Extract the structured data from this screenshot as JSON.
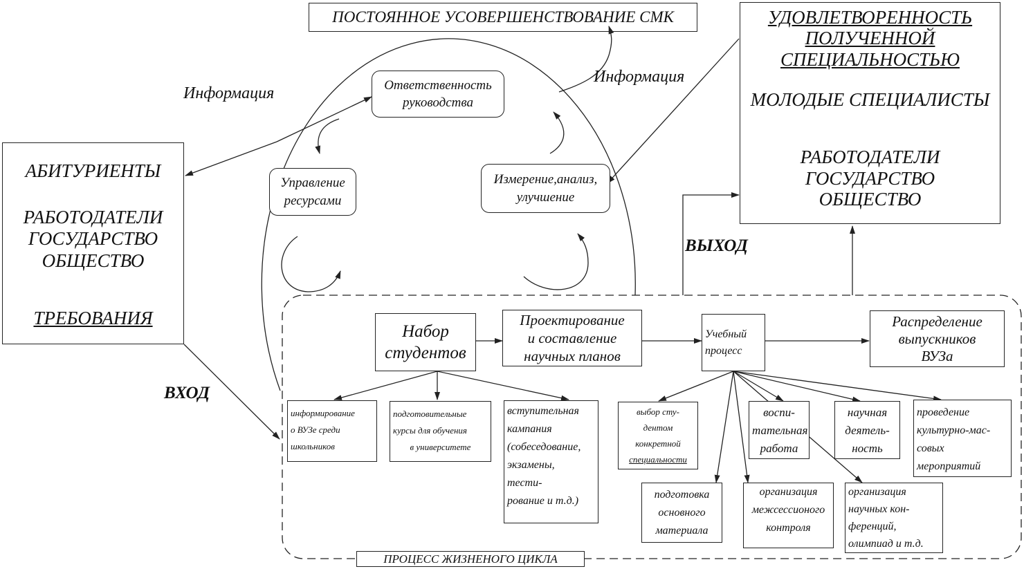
{
  "header": {
    "improvement_title": "ПОСТОЯННОЕ УСОВЕРШЕНСТВОВАНИЕ СМК"
  },
  "left_block": {
    "line1": "АБИТУРИЕНТЫ",
    "line2": "РАБОТОДАТЕЛИ",
    "line3": "ГОСУДАРСТВО",
    "line4": "ОБЩЕСТВО",
    "line5": "ТРЕБОВАНИЯ"
  },
  "right_block": {
    "line1": "УДОВЛЕТВОРЕННОСТЬ",
    "line2": "ПОЛУЧЕННОЙ",
    "line3": "СПЕЦИАЛЬНОСТЬЮ",
    "line4": "МОЛОДЫЕ СПЕЦИАЛИСТЫ",
    "line5": "РАБОТОДАТЕЛИ",
    "line6": "ГОСУДАРСТВО",
    "line7": "ОБЩЕСТВО"
  },
  "labels": {
    "info_left": "Информация",
    "info_right": "Информация",
    "input": "ВХОД",
    "output": "ВЫХОД",
    "lifecycle": "ПРОЦЕСС ЖИЗНЕНОГО ЦИКЛА"
  },
  "cycle": {
    "responsibility": [
      "Ответственность",
      "руководства"
    ],
    "resources": [
      "Управление",
      "ресурсами"
    ],
    "measurement": [
      "Измерение,анализ,",
      "улучшение"
    ]
  },
  "process": {
    "recruit": [
      "Набор",
      "студентов"
    ],
    "design": [
      "Проектирование",
      "и составление",
      "научных планов"
    ],
    "education": [
      "Учебный",
      "процесс"
    ],
    "distribution": [
      "Распределение",
      "выпускников",
      "ВУЗа"
    ]
  },
  "recruit_subs": {
    "informing": [
      "информирование",
      "о ВУЗе среди",
      "школьников"
    ],
    "prep_courses": [
      "подготовительные",
      "курсы для обучения",
      "в университете"
    ],
    "entrance": [
      "вступительная",
      "кампания",
      "(собеседование,",
      "экзамены,",
      "тести-",
      "рование и т.д.)"
    ]
  },
  "education_subs": {
    "choice": [
      "выбор сту-",
      "дентом",
      "конкретной",
      "специальности"
    ],
    "upbringing": [
      "воспи-",
      "тательная",
      "работа"
    ],
    "research": [
      "научная",
      "деятель-",
      "ность"
    ],
    "cultural": [
      "проведение",
      "культурно-мас-",
      "совых",
      "мероприятий"
    ],
    "material": [
      "подготовка",
      "основного",
      "материала"
    ],
    "control": [
      "организация",
      "межсессионого",
      "контроля"
    ],
    "conferences": [
      "организация",
      "научных кон-",
      "ференций,",
      "олимпиад и т.д."
    ]
  }
}
